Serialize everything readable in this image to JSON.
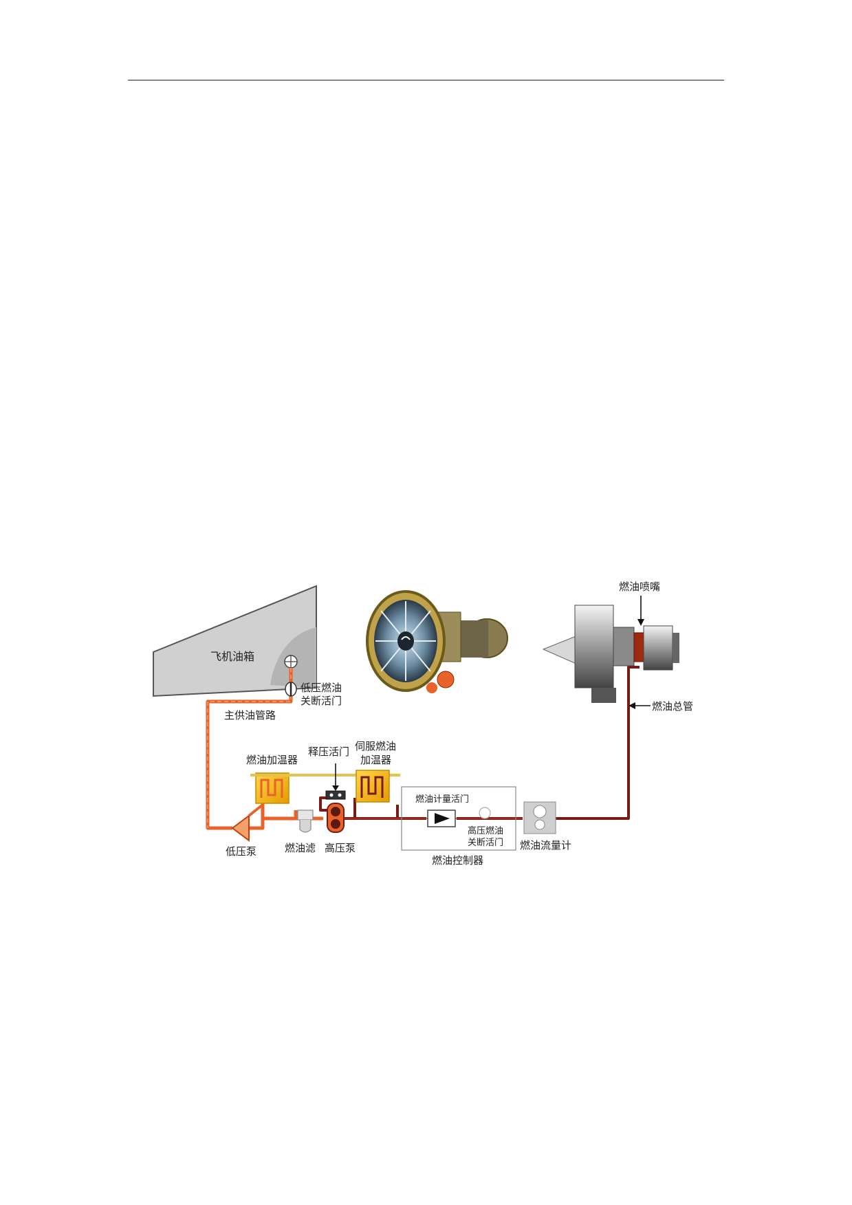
{
  "diagram": {
    "labels": {
      "tank": "飞机油箱",
      "lp_shutoff_valve": [
        "低压燃油",
        "关断活门"
      ],
      "main_supply_line": "主供油管路",
      "fuel_heater": "燃油加温器",
      "relief_valve": "释压活门",
      "servo_fuel_heater": [
        "伺服燃油",
        "加温器"
      ],
      "metering_valve": "燃油计量活门",
      "hp_shutoff_valve": [
        "高压燃油",
        "关断活门"
      ],
      "fuel_control_unit": "燃油控制器",
      "lp_pump": "低压泵",
      "fuel_filter": "燃油滤",
      "hp_pump": "高压泵",
      "flow_meter": "燃油流量计",
      "fuel_nozzle": "燃油喷嘴",
      "fuel_manifold": "燃油总管"
    },
    "colors": {
      "lp_line": "#e8622a",
      "hp_line": "#7a1a12",
      "heater": "#f5b800",
      "tank_fill": "#d0d0d0"
    }
  }
}
